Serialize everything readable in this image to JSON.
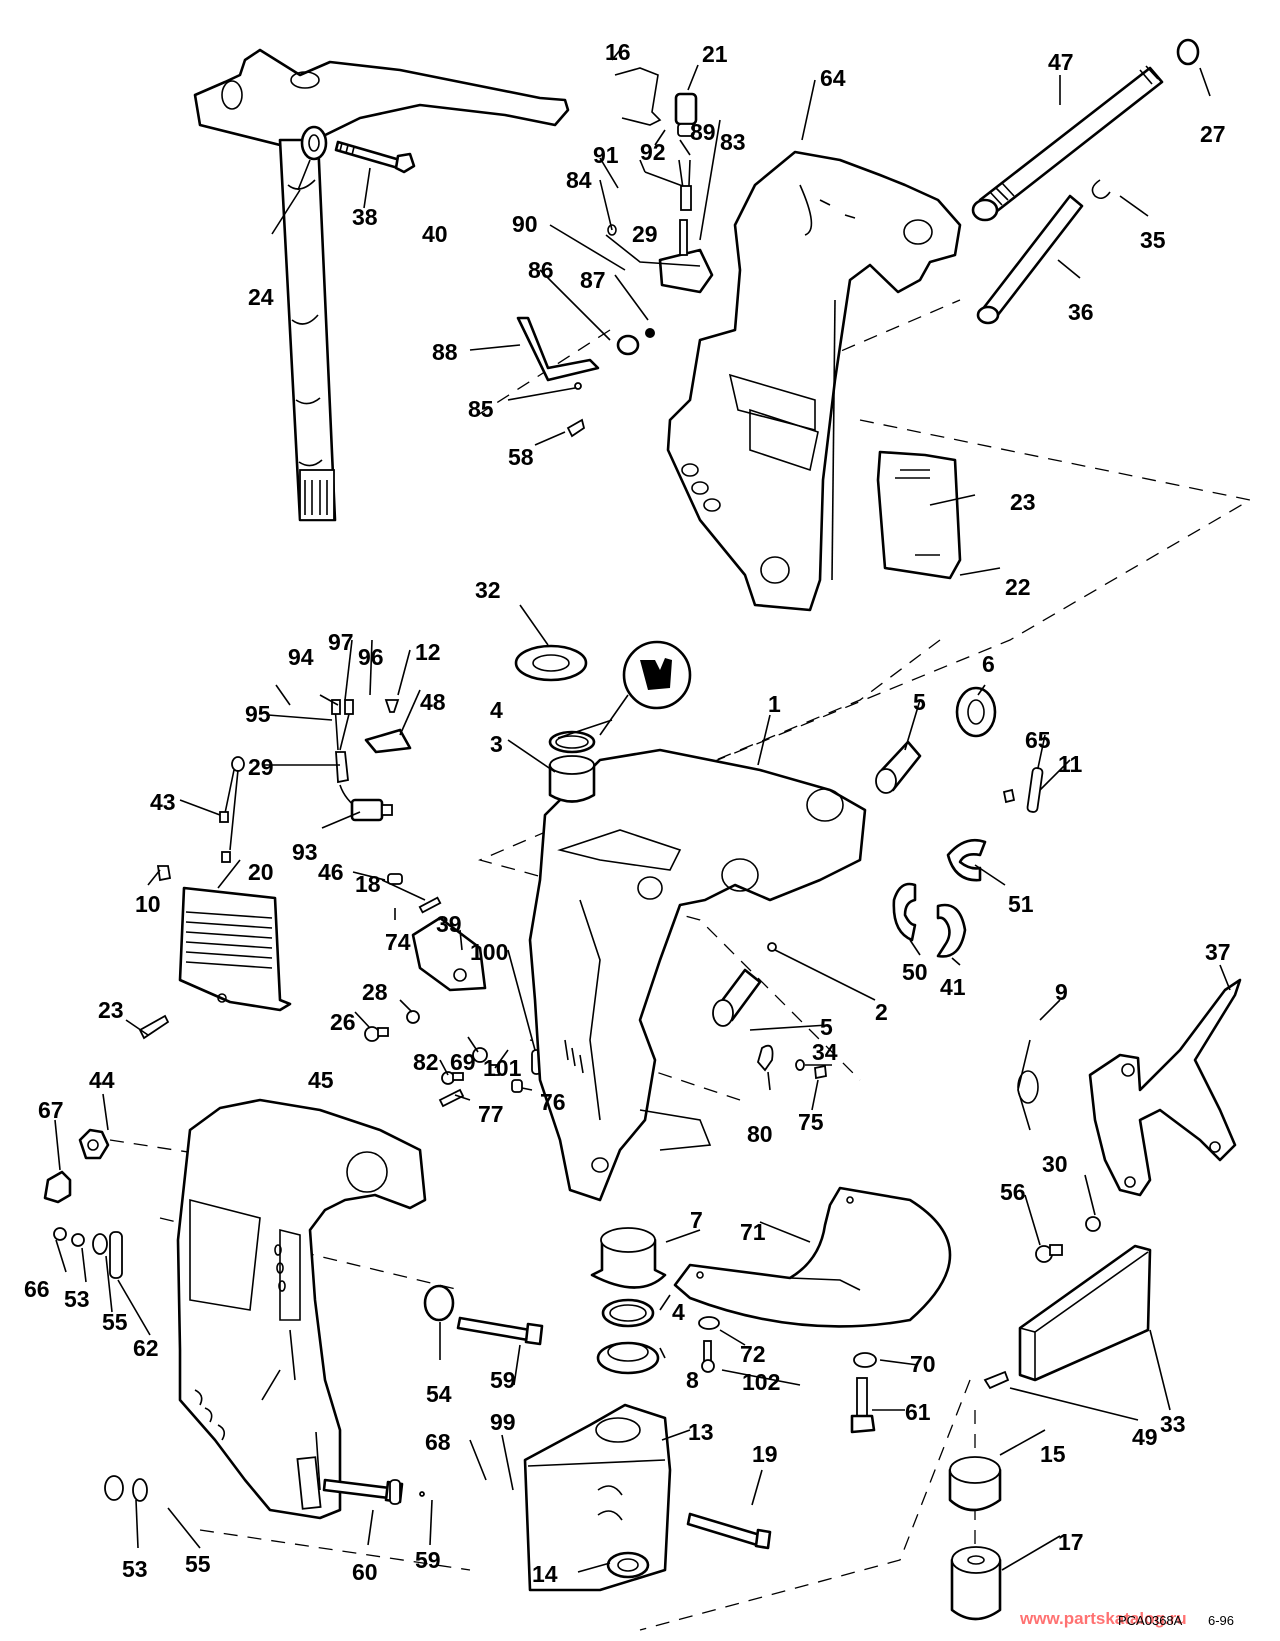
{
  "diagram": {
    "title": "Swivel Bracket Exploded Parts Diagram",
    "drawing_code": "PCA0368A",
    "drawing_date": "6-96",
    "watermark": "www.partskatalog.ru",
    "callouts": {
      "c1": "1",
      "c2": "2",
      "c3": "3",
      "c4a": "4",
      "c4b": "4",
      "c5a": "5",
      "c5b": "5",
      "c6": "6",
      "c7": "7",
      "c8": "8",
      "c9": "9",
      "c10": "10",
      "c11": "11",
      "c12": "12",
      "c13": "13",
      "c14": "14",
      "c15": "15",
      "c16": "16",
      "c17": "17",
      "c18": "18",
      "c19": "19",
      "c20": "20",
      "c21": "21",
      "c22": "22",
      "c23a": "23",
      "c23b": "23",
      "c24": "24",
      "c26": "26",
      "c27": "27",
      "c28": "28",
      "c29a": "29",
      "c29b": "29",
      "c30": "30",
      "c32": "32",
      "c33": "33",
      "c34": "34",
      "c35": "35",
      "c36": "36",
      "c37": "37",
      "c38": "38",
      "c39": "39",
      "c40": "40",
      "c41": "41",
      "c43": "43",
      "c44": "44",
      "c45": "45",
      "c46": "46",
      "c47": "47",
      "c48": "48",
      "c49": "49",
      "c50": "50",
      "c51": "51",
      "c53a": "53",
      "c53b": "53",
      "c54": "54",
      "c55a": "55",
      "c55b": "55",
      "c56": "56",
      "c58": "58",
      "c59a": "59",
      "c59b": "59",
      "c60": "60",
      "c61": "61",
      "c62": "62",
      "c64": "64",
      "c65": "65",
      "c66": "66",
      "c67": "67",
      "c68": "68",
      "c69": "69",
      "c70": "70",
      "c71": "71",
      "c72": "72",
      "c74": "74",
      "c75": "75",
      "c76": "76",
      "c77": "77",
      "c80": "80",
      "c82": "82",
      "c83": "83",
      "c84": "84",
      "c85": "85",
      "c86": "86",
      "c87": "87",
      "c88": "88",
      "c89": "89",
      "c90": "90",
      "c91": "91",
      "c92": "92",
      "c93": "93",
      "c94": "94",
      "c95": "95",
      "c96": "96",
      "c97": "97",
      "c99": "99",
      "c100": "100",
      "c101": "101",
      "c102": "102"
    }
  }
}
